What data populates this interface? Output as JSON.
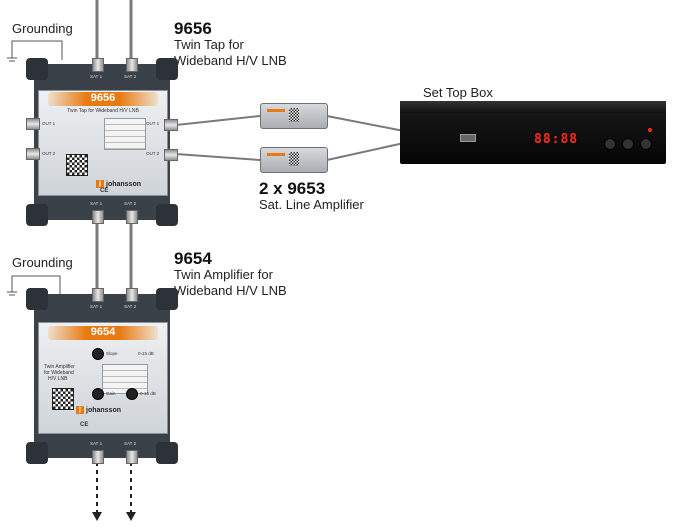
{
  "tap": {
    "model": "9656",
    "description_line1": "Twin Tap for",
    "description_line2": "Wideband H/V LNB",
    "panel_number": "9656",
    "panel_subtitle": "Twin Tap for Wideband H/V LNB",
    "port_sat1": "SAT 1",
    "port_sat2": "SAT 2",
    "port_out1_left": "OUT 1",
    "port_out2_left": "OUT 2",
    "port_out1_right": "OUT 1",
    "port_out2_right": "OUT 2",
    "port_sat1_bottom": "SAT 1",
    "port_sat2_bottom": "SAT 2",
    "brand": "johansson",
    "ce": "CE"
  },
  "grounding_top": "Grounding",
  "grounding_bottom": "Grounding",
  "line_amp": {
    "model": "2 x 9653",
    "description": "Sat. Line Amplifier"
  },
  "set_top_box": {
    "label": "Set Top Box",
    "display": "88:88"
  },
  "amplifier": {
    "model": "9654",
    "description_line1": "Twin Amplifier for",
    "description_line2": "Wideband H/V LNB",
    "panel_number": "9654",
    "panel_desc_line1": "Twin Amplifier",
    "panel_desc_line2": "for Wideband",
    "panel_desc_line3": "H/V LNB",
    "port_sat1": "SAT 1",
    "port_sat2": "SAT 2",
    "port_sat1_bottom": "SAT 1",
    "port_sat2_bottom": "SAT 2",
    "knob1_label": "Slope",
    "knob1_range": "0-15 dB",
    "knob2_label": "Gain",
    "knob2_range": "0-15 dB",
    "brand": "johansson",
    "ce": "CE"
  },
  "colors": {
    "device_body": "#3a4148",
    "accent_orange": "#e87a12",
    "led_red": "#ff2a1a",
    "cable": "#666666"
  }
}
